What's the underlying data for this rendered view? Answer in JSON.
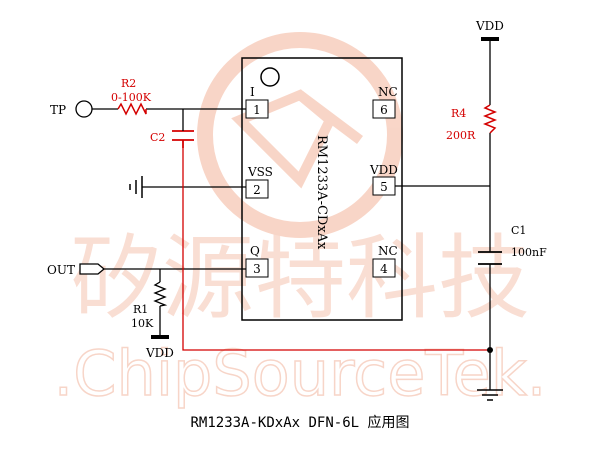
{
  "watermark": {
    "chinese": "矽源特科技",
    "latin": ".ChipSourceTek."
  },
  "ic": {
    "part": "RM1233A-CDxAx",
    "pins": [
      {
        "num": "1",
        "name": "I"
      },
      {
        "num": "2",
        "name": "VSS"
      },
      {
        "num": "3",
        "name": "Q"
      },
      {
        "num": "4",
        "name": "NC"
      },
      {
        "num": "5",
        "name": "VDD"
      },
      {
        "num": "6",
        "name": "NC"
      }
    ]
  },
  "components": {
    "r2": {
      "ref": "R2",
      "value": "0-100K"
    },
    "c2": {
      "ref": "C2"
    },
    "r4": {
      "ref": "R4",
      "value": "200R"
    },
    "c1": {
      "ref": "C1",
      "value": "100nF"
    },
    "r1": {
      "ref": "R1",
      "value": "10K"
    }
  },
  "nets": {
    "tp": "TP",
    "out": "OUT",
    "vdd_top": "VDD",
    "vdd_bottom": "VDD"
  },
  "caption": "RM1233A-KDxAx DFN-6L 应用图",
  "colors": {
    "wire": "#000000",
    "highlight": "#d40000",
    "watermark": "#f6c8b8"
  }
}
